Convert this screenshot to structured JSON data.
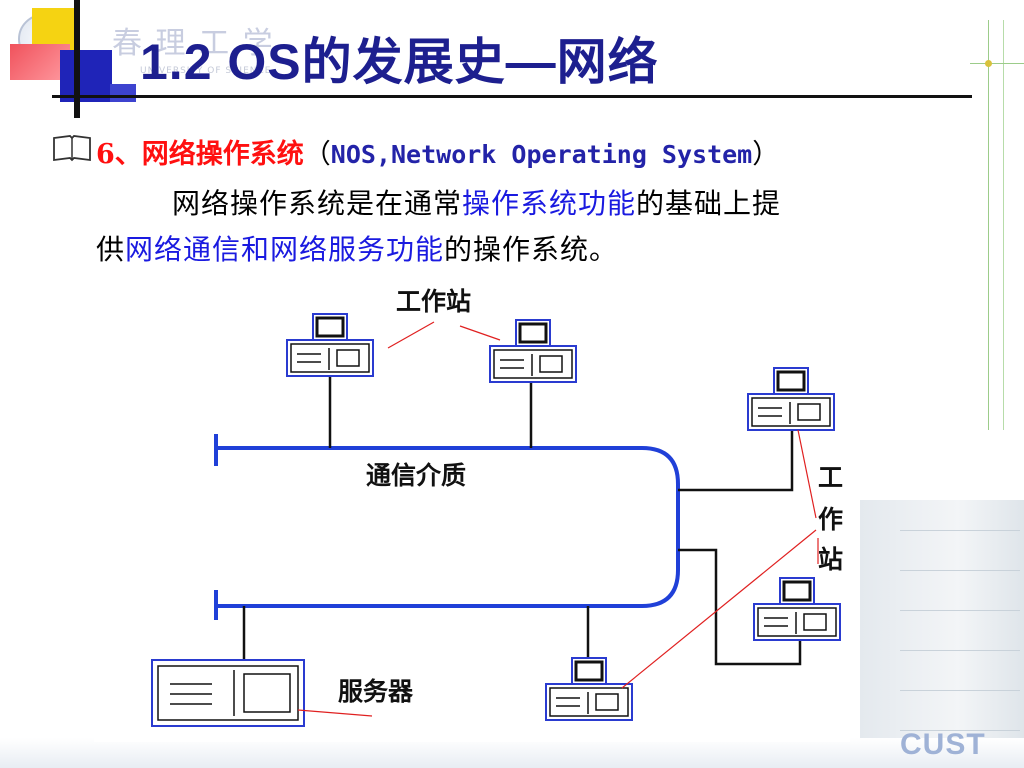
{
  "header": {
    "title": "1.2 OS的发展史—网络",
    "watermark": "春 理 工 学",
    "watermark_en": "UNIVERSITY OF SCIENCE"
  },
  "content": {
    "bullet_icon": "book-icon",
    "heading": {
      "number": "6、",
      "term": "网络操作系统",
      "paren_open": "（",
      "english": "NOS,Network Operating System",
      "paren_close": "）"
    },
    "paragraph": {
      "line1_pre": "网络操作系统是在通常",
      "line1_highlight": "操作系统功能",
      "line1_post": "的基础上提",
      "line2_pre": "供",
      "line2_highlight": "网络通信和网络服务功能",
      "line2_post": "的操作系统。"
    }
  },
  "diagram": {
    "label_workstation_top": "工作站",
    "label_medium": "通信介质",
    "label_workstation_right_1": "工",
    "label_workstation_right_2": "作",
    "label_workstation_right_3": "站",
    "label_server": "服务器"
  },
  "footer": {
    "logo": "CUST"
  },
  "colors": {
    "title": "#1d1f8f",
    "term_red": "#ff1010",
    "highlight_blue": "#1a1ae0",
    "network_bus": "#2040d8"
  }
}
